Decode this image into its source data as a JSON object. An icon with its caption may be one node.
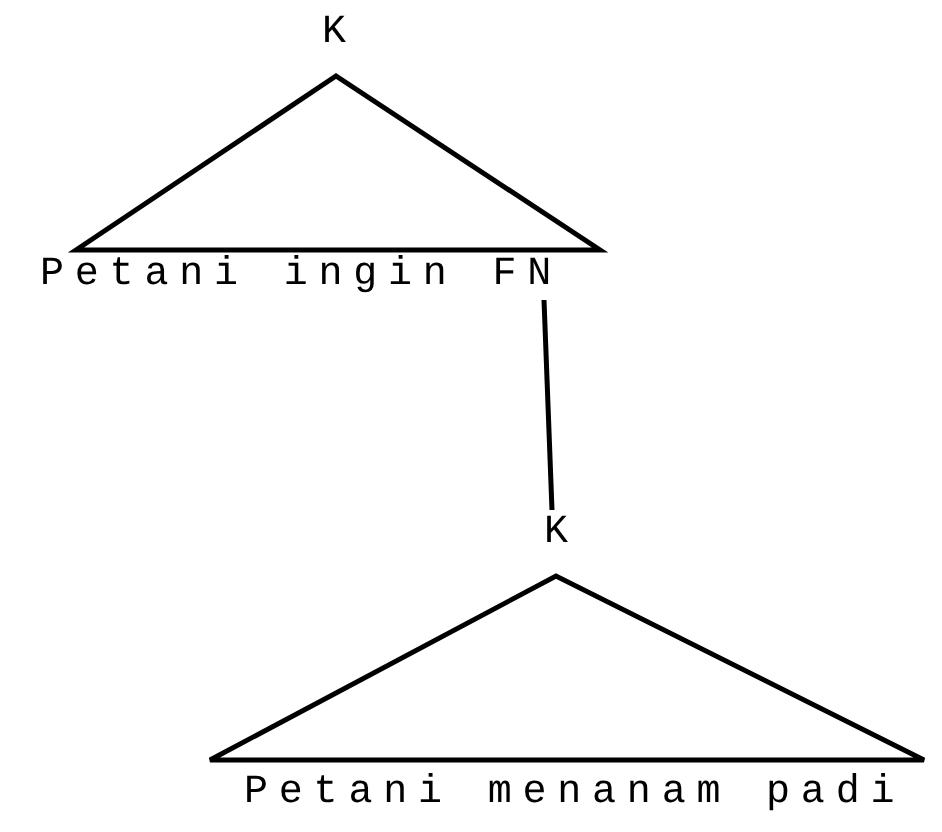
{
  "diagram": {
    "nodes": [
      {
        "text": [
          "K"
        ]
      },
      {
        "text": [
          "Petani ingin FN"
        ]
      },
      {
        "text": [
          "K"
        ]
      },
      {
        "text": [
          "Petani menanam padi"
        ]
      }
    ],
    "edges": [
      {
        "from": 0,
        "to": 1,
        "arrow": "none"
      },
      {
        "from": 1,
        "to": 2,
        "arrow": "none"
      },
      {
        "from": 2,
        "to": 3,
        "arrow": "none"
      }
    ]
  }
}
